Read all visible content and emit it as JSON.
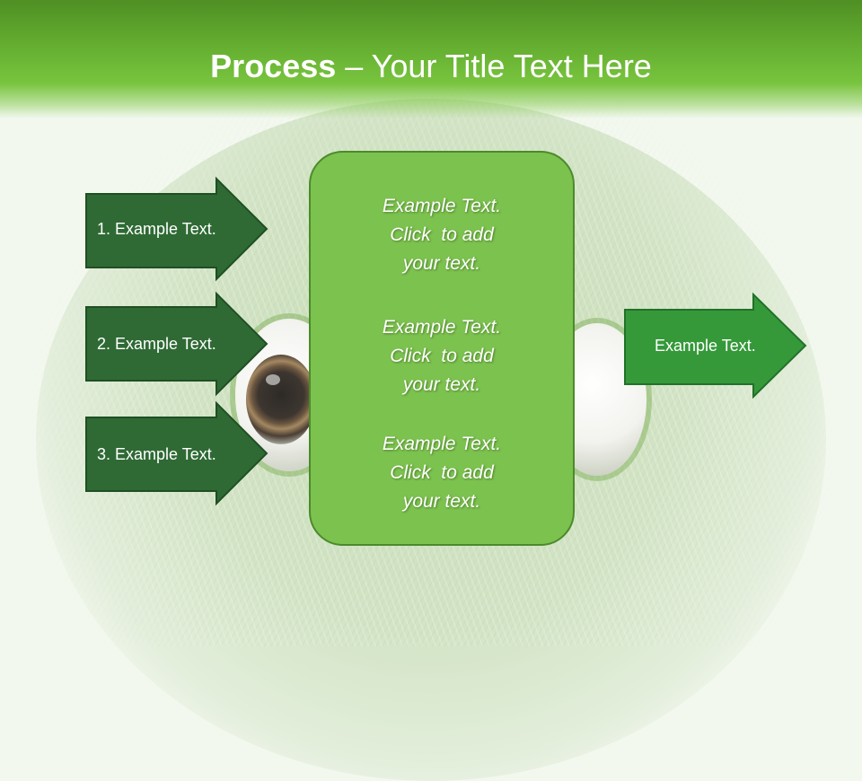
{
  "slide": {
    "title_bold": "Process",
    "title_rest": " – Your Title Text Here"
  },
  "left_arrows": [
    {
      "label": "1. Example Text."
    },
    {
      "label": "2. Example Text."
    },
    {
      "label": "3. Example Text."
    }
  ],
  "center_box": {
    "blocks": [
      {
        "lines": [
          "Example Text.",
          "Click  to add",
          "your text."
        ]
      },
      {
        "lines": [
          "Example Text.",
          "Click  to add",
          "your text."
        ]
      },
      {
        "lines": [
          "Example Text.",
          "Click  to add",
          "your text."
        ]
      }
    ]
  },
  "right_arrow": {
    "label": "Example Text."
  },
  "colors": {
    "header_green": "#62ab2f",
    "dark_arrow": "#2f6a34",
    "right_arrow": "#35993a",
    "center_box": "#7cc24e"
  }
}
